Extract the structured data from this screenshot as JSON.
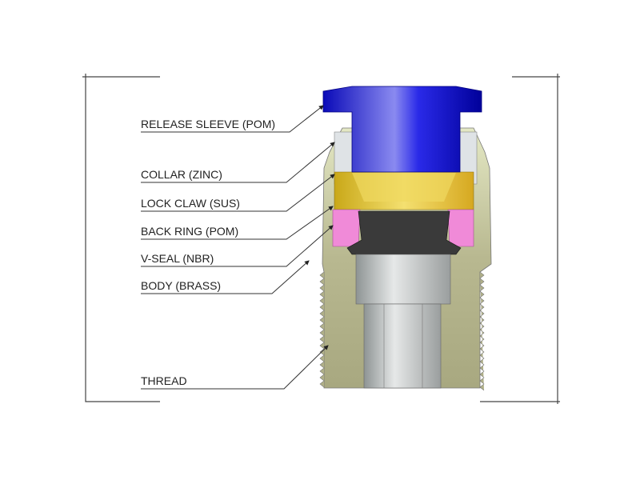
{
  "diagram": {
    "labels": [
      {
        "id": "release-sleeve",
        "text": "RELEASE SLEEVE (POM)"
      },
      {
        "id": "collar",
        "text": "COLLAR (ZINC)"
      },
      {
        "id": "lock-claw",
        "text": "LOCK CLAW (SUS)"
      },
      {
        "id": "back-ring",
        "text": "BACK RING (POM)"
      },
      {
        "id": "v-seal",
        "text": "V-SEAL (NBR)"
      },
      {
        "id": "body",
        "text": "BODY (BRASS)"
      },
      {
        "id": "thread",
        "text": "THREAD"
      }
    ],
    "colors": {
      "sleeve": "#1414d8",
      "body": "#c9c99a",
      "collar": "#dfe3e6",
      "claw": "#e2c22a",
      "back_ring": "#f08ad8",
      "seal": "#3a3a3a",
      "insert": "#b8bcbc"
    }
  }
}
